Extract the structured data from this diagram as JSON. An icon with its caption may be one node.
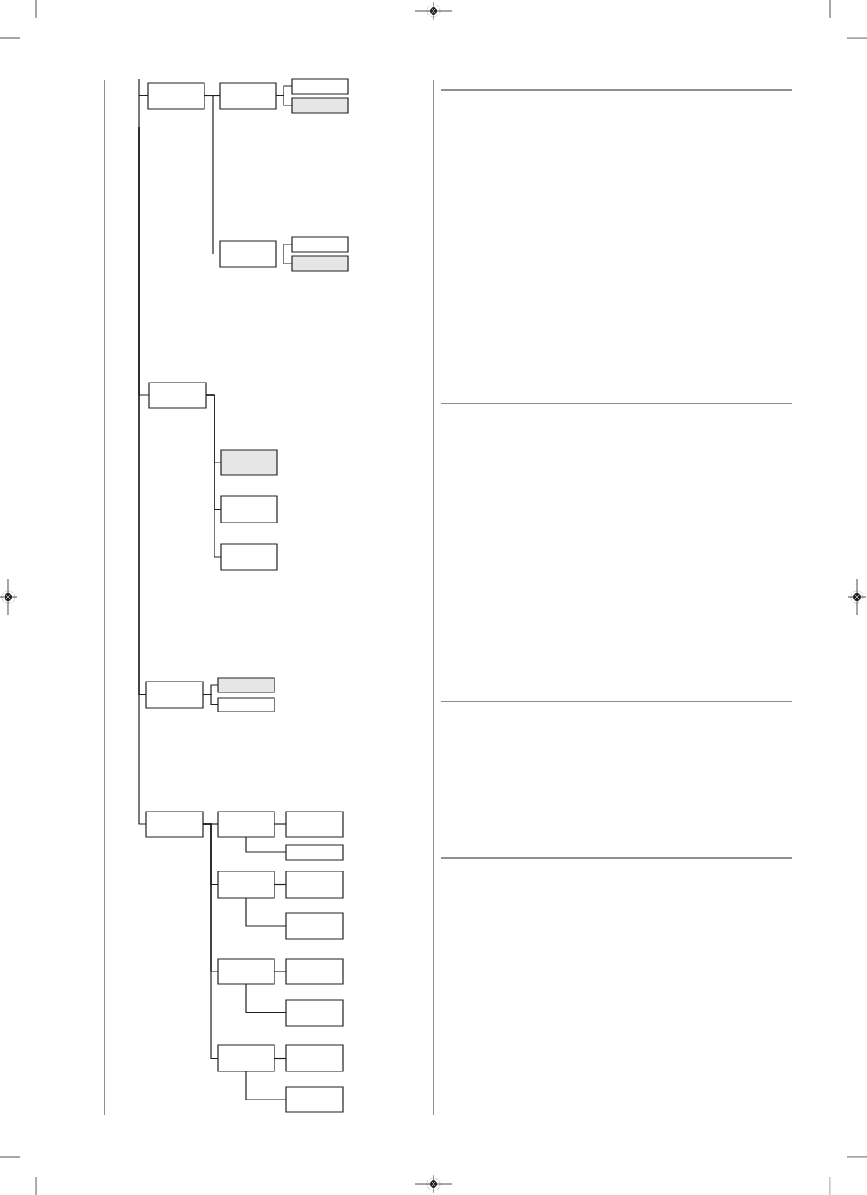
{
  "diagram": {
    "nodes": [
      {
        "text": [],
        "shape": "box"
      },
      {
        "text": [],
        "shape": "box"
      },
      {
        "text": [],
        "shape": "box"
      },
      {
        "text": [],
        "shape": "box"
      },
      {
        "text": [],
        "shape": "box"
      },
      {
        "text": [],
        "shape": "box"
      },
      {
        "text": [],
        "shape": "box"
      },
      {
        "text": [],
        "shape": "box"
      },
      {
        "text": [],
        "shape": "box"
      },
      {
        "text": [],
        "shape": "box"
      },
      {
        "text": [],
        "shape": "box"
      },
      {
        "text": [],
        "shape": "box"
      },
      {
        "text": [],
        "shape": "box"
      },
      {
        "text": [],
        "shape": "box"
      },
      {
        "text": [],
        "shape": "box"
      },
      {
        "text": [],
        "shape": "box"
      },
      {
        "text": [],
        "shape": "box"
      },
      {
        "text": [],
        "shape": "box"
      },
      {
        "text": [],
        "shape": "box"
      },
      {
        "text": [],
        "shape": "box"
      },
      {
        "text": [],
        "shape": "box"
      },
      {
        "text": [],
        "shape": "box"
      },
      {
        "text": [],
        "shape": "box"
      },
      {
        "text": [],
        "shape": "box"
      },
      {
        "text": [],
        "shape": "box"
      },
      {
        "text": [],
        "shape": "box"
      },
      {
        "text": [],
        "shape": "box"
      }
    ],
    "edges": [
      {
        "from": null,
        "to": 0,
        "arrow": "none"
      },
      {
        "from": null,
        "to": 7,
        "arrow": "none"
      },
      {
        "from": null,
        "to": 11,
        "arrow": "none"
      },
      {
        "from": null,
        "to": 14,
        "arrow": "none"
      },
      {
        "from": 0,
        "to": 1,
        "arrow": "none"
      },
      {
        "from": 0,
        "to": 4,
        "arrow": "none"
      },
      {
        "from": 1,
        "to": 2,
        "arrow": "none"
      },
      {
        "from": 1,
        "to": 3,
        "arrow": "none"
      },
      {
        "from": 4,
        "to": 5,
        "arrow": "none"
      },
      {
        "from": 4,
        "to": 6,
        "arrow": "none"
      },
      {
        "from": 7,
        "to": 8,
        "arrow": "none"
      },
      {
        "from": 7,
        "to": 9,
        "arrow": "none"
      },
      {
        "from": 7,
        "to": 10,
        "arrow": "none"
      },
      {
        "from": 11,
        "to": 12,
        "arrow": "none"
      },
      {
        "from": 11,
        "to": 13,
        "arrow": "none"
      },
      {
        "from": 14,
        "to": 15,
        "arrow": "none"
      },
      {
        "from": 14,
        "to": 18,
        "arrow": "none"
      },
      {
        "from": 14,
        "to": 21,
        "arrow": "none"
      },
      {
        "from": 14,
        "to": 24,
        "arrow": "none"
      },
      {
        "from": 15,
        "to": 16,
        "arrow": "none"
      },
      {
        "from": 15,
        "to": 17,
        "arrow": "none"
      },
      {
        "from": 18,
        "to": 19,
        "arrow": "none"
      },
      {
        "from": 18,
        "to": 20,
        "arrow": "none"
      },
      {
        "from": 21,
        "to": 22,
        "arrow": "none"
      },
      {
        "from": 21,
        "to": 23,
        "arrow": "none"
      },
      {
        "from": 24,
        "to": 25,
        "arrow": "none"
      },
      {
        "from": 24,
        "to": 26,
        "arrow": "none"
      }
    ]
  }
}
